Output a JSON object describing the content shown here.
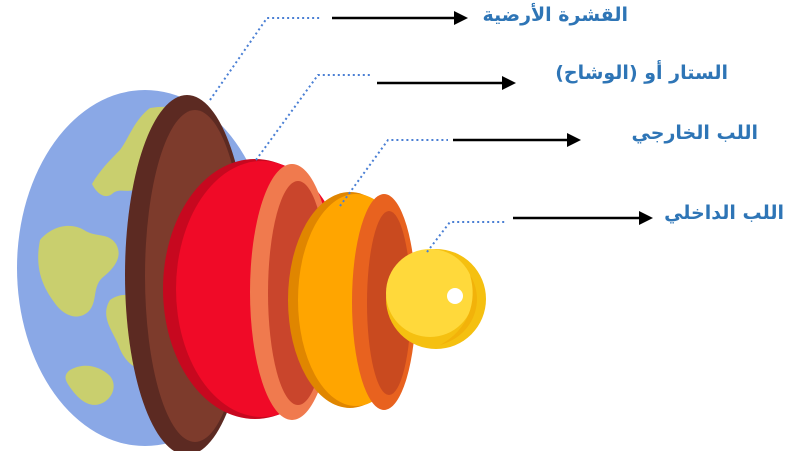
{
  "diagram": {
    "labels": {
      "crust": "القشرة الأرضية",
      "mantle": "الستار أو (الوشاح)",
      "outer_core": "اللب الخارجي",
      "inner_core": "اللب الداخلي"
    },
    "colors": {
      "label_text": "#2e75b6",
      "arrow": "#000000",
      "leader_dotted": "#4a7fd4",
      "ocean": "#8aa8e6",
      "land": "#c9cf6e",
      "crust_dark": "#5c2a22",
      "crust_mid": "#7d3b2c",
      "mantle": "#f00a27",
      "mantle_shade": "#c7081f",
      "mantle_rim": "#f07a4e",
      "outer_core": "#ffa500",
      "outer_core_shade": "#e08600",
      "outer_core_rim": "#e8621f",
      "inner_core": "#ffd93b",
      "inner_core_shade": "#f5c010"
    }
  }
}
